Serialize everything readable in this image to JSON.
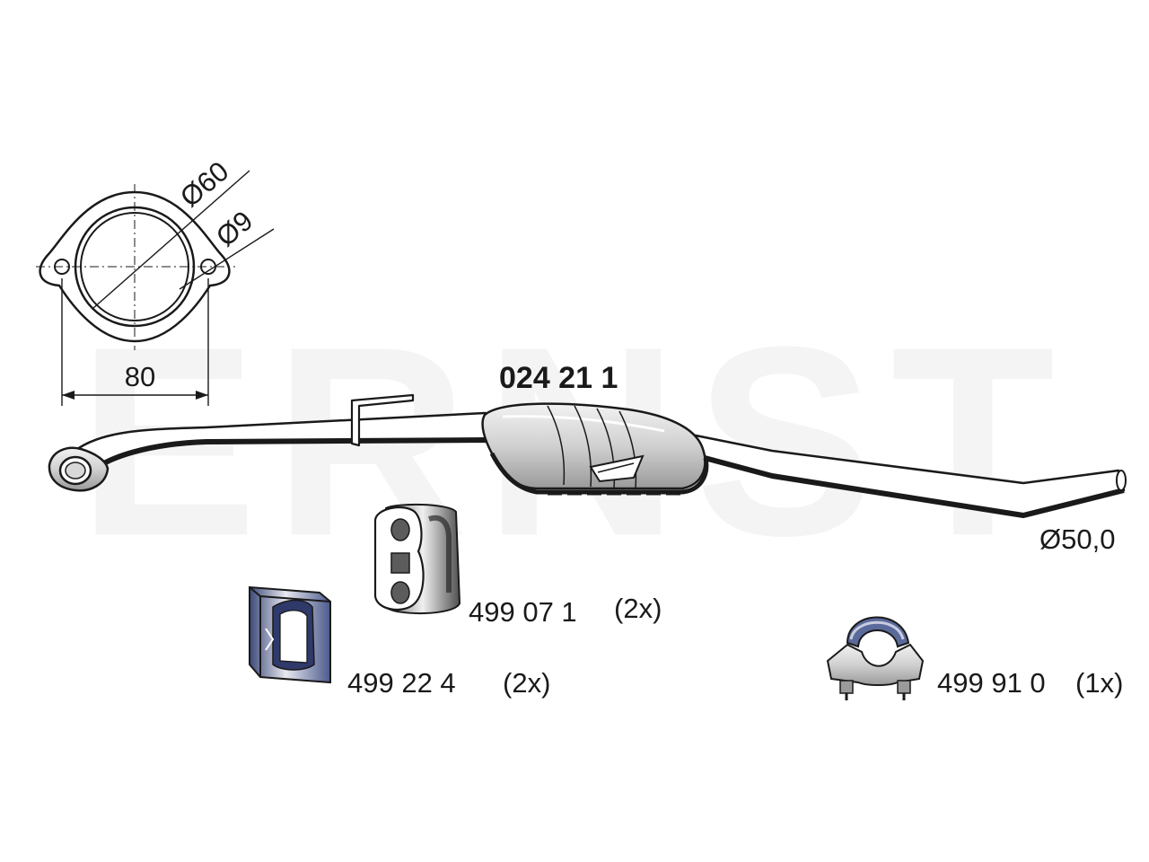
{
  "diagram": {
    "watermark": "ERNST",
    "part_number": "024 21 1",
    "flange": {
      "outer_diameter": "Ø60",
      "bolt_hole": "Ø9",
      "bolt_spacing": "80"
    },
    "outlet_diameter": "Ø50,0",
    "accessories": [
      {
        "part": "499 07 1",
        "qty": "(2x)",
        "icon": "rubber-hanger-icon"
      },
      {
        "part": "499 22 4",
        "qty": "(2x)",
        "icon": "mounting-clip-icon"
      },
      {
        "part": "499 91 0",
        "qty": "(1x)",
        "icon": "u-bolt-clamp-icon"
      }
    ]
  },
  "colors": {
    "outline": "#1a1a1a",
    "metal_light": "#e6e6e6",
    "metal_mid": "#b5b5b5",
    "watermark": "#f4f4f4",
    "clip_blue": "#4a5a8c"
  }
}
